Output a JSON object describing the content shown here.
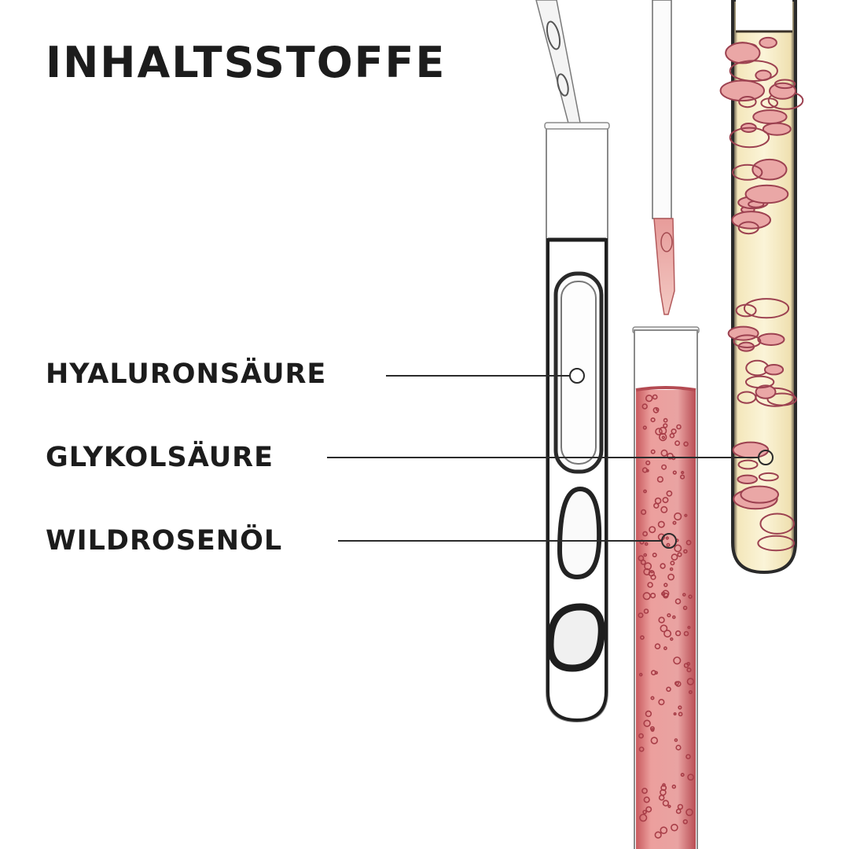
{
  "title": "INHALTSSTOFFE",
  "ingredients": [
    {
      "label": "HYALURONSÄURE"
    },
    {
      "label": "GLYKOLSÄURE"
    },
    {
      "label": "WILDROSENÖL"
    }
  ],
  "colors": {
    "text": "#1c1c1c",
    "rose_liquid": "#e69a98",
    "rose_dark": "#c95b5f",
    "oil_liquid": "#f6edc4",
    "glass": "#2a2a2a"
  }
}
